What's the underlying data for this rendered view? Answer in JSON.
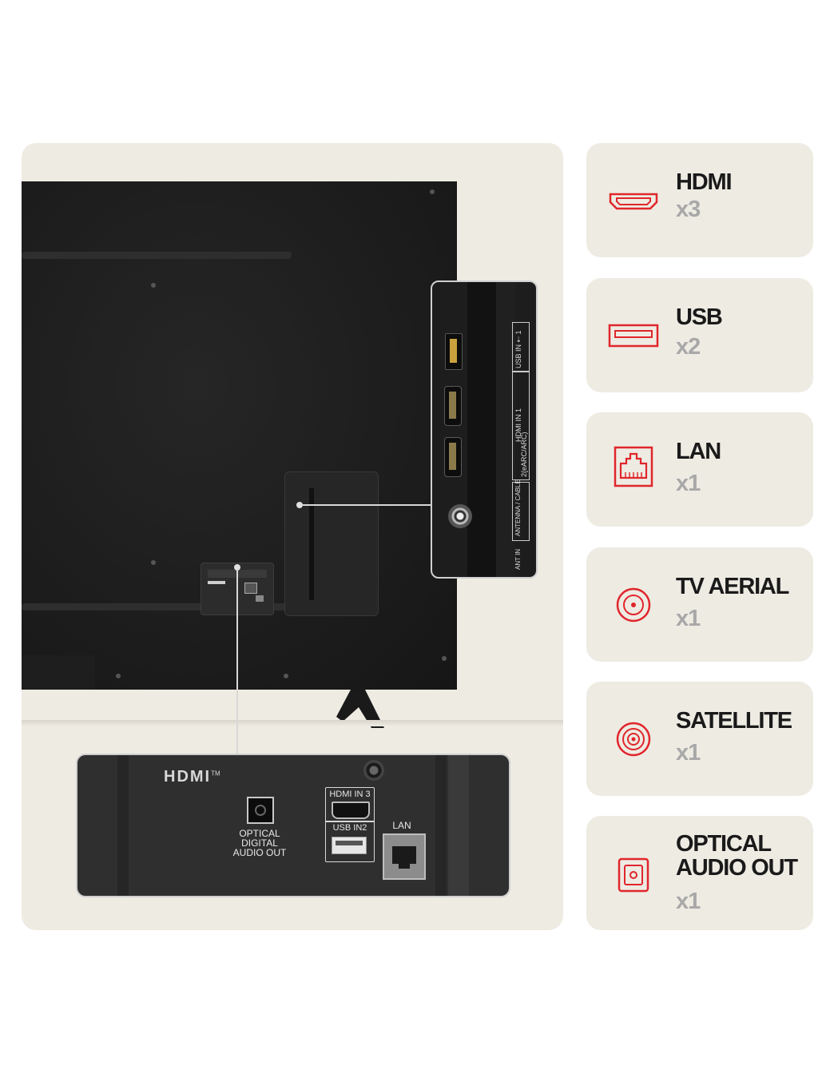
{
  "ports": [
    {
      "name": "HDMI",
      "count": "x3",
      "icon": "hdmi-port-icon"
    },
    {
      "name": "USB",
      "count": "x2",
      "icon": "usb-port-icon"
    },
    {
      "name": "LAN",
      "count": "x1",
      "icon": "lan-port-icon"
    },
    {
      "name": "TV AERIAL",
      "count": "x1",
      "icon": "tv-aerial-port-icon"
    },
    {
      "name": "SATELLITE",
      "count": "x1",
      "icon": "satellite-port-icon"
    },
    {
      "name": "OPTICAL AUDIO OUT",
      "name_line1": "OPTICAL",
      "name_line2": "AUDIO OUT",
      "count": "x1",
      "icon": "optical-audio-port-icon"
    }
  ],
  "callout_bottom": {
    "hdmi_logo": "HDMI",
    "tm": "TM",
    "optical_label_1": "OPTICAL",
    "optical_label_2": "DIGITAL",
    "optical_label_3": "AUDIO OUT",
    "hdmi_in_3": "HDMI IN 3",
    "usb_in_2": "USB IN2",
    "lan": "LAN"
  },
  "callout_side": {
    "usb_in_1": "USB IN ⇠ 1",
    "hdmi_in": "HDMI IN   1",
    "hdmi_earc": "2(eARC/ARC)",
    "antenna_cable": "ANTENNA / CABLE",
    "ant_in": "ANT IN"
  },
  "colors": {
    "accent_red": "#e0262b",
    "card_bg": "#eeebe3",
    "count_gray": "#a8a8a8"
  }
}
